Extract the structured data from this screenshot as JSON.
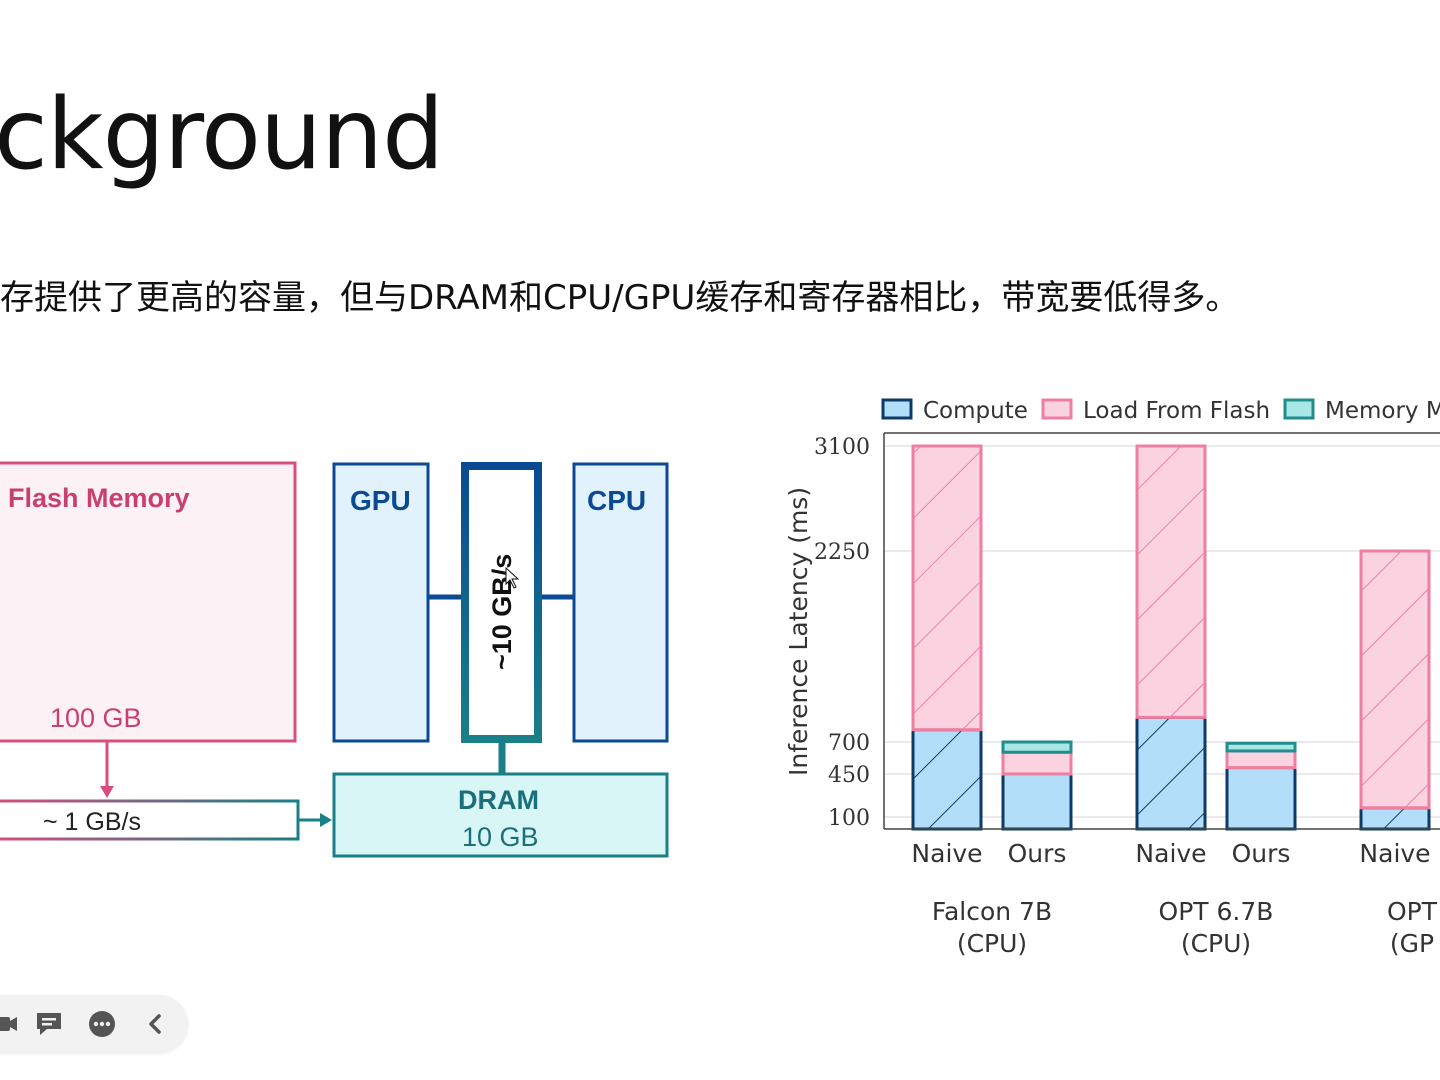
{
  "slide": {
    "title": "ckground",
    "subtitle": "存提供了更高的容量，但与DRAM和CPU/GPU缓存和寄存器相比，带宽要低得多。"
  },
  "diagram": {
    "flash_label": "Flash Memory",
    "flash_size": "100 GB",
    "flash_bandwidth": "~ 1 GB/s",
    "gpu_label": "GPU",
    "cpu_label": "CPU",
    "bus_bandwidth": "~10 GB/s",
    "dram_label": "DRAM",
    "dram_size": "10 GB"
  },
  "chart_data": {
    "type": "bar",
    "stacked": true,
    "ylabel": "Inference Latency (ms)",
    "y_ticks": [
      "100",
      "450",
      "700",
      "2250",
      "3100"
    ],
    "legend": [
      "Compute",
      "Load From Flash",
      "Memory Ma"
    ],
    "legend_placement": "top",
    "groups": [
      {
        "label_line1": "Falcon 7B",
        "label_line2": "(CPU)"
      },
      {
        "label_line1": "OPT 6.7B",
        "label_line2": "(CPU)"
      },
      {
        "label_line1": "OPT",
        "label_line2": "(GP"
      }
    ],
    "bars": [
      {
        "group": 0,
        "label": "Naive",
        "compute": 800,
        "load_from_flash": 2300,
        "memory_management": 0
      },
      {
        "group": 0,
        "label": "Ours",
        "compute": 450,
        "load_from_flash": 170,
        "memory_management": 80
      },
      {
        "group": 1,
        "label": "Naive",
        "compute": 900,
        "load_from_flash": 2200,
        "memory_management": 0
      },
      {
        "group": 1,
        "label": "Ours",
        "compute": 500,
        "load_from_flash": 130,
        "memory_management": 60
      },
      {
        "group": 2,
        "label": "Naive",
        "compute": 25,
        "load_from_flash": 2225,
        "memory_management": 0
      }
    ],
    "colors": {
      "compute_fill": "#b3defa",
      "compute_edge": "#0d3b66",
      "flash_fill": "#fbd3e0",
      "flash_edge": "#ef7fa1",
      "mem_fill": "#a9e6e6",
      "mem_edge": "#218e8c"
    },
    "grid": true
  },
  "toolbar": {
    "icons": [
      "camera-icon",
      "comment-icon",
      "more-icon",
      "chevron-left-icon"
    ]
  }
}
